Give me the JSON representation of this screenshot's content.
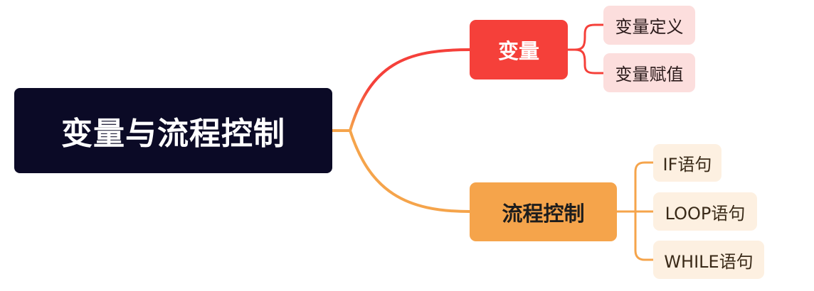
{
  "mindmap": {
    "root": {
      "label": "变量与流程控制"
    },
    "branches": [
      {
        "label": "变量",
        "color": "#f5403a",
        "children": [
          {
            "label": "变量定义"
          },
          {
            "label": "变量赋值"
          }
        ]
      },
      {
        "label": "流程控制",
        "color": "#f5a44b",
        "children": [
          {
            "label": "IF语句"
          },
          {
            "label": "LOOP语句"
          },
          {
            "label": "WHILE语句"
          }
        ]
      }
    ],
    "colors": {
      "root_bg": "#0b0a26",
      "variable_leaf_bg": "#fcdedd",
      "flow_leaf_bg": "#fdf0e1"
    }
  }
}
